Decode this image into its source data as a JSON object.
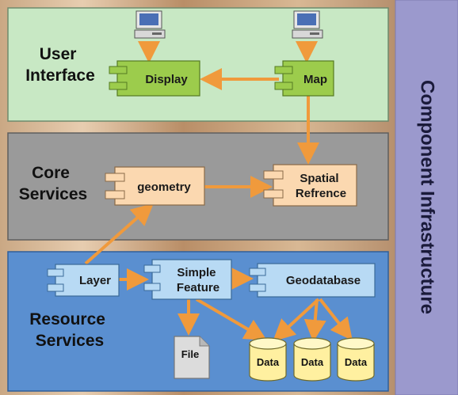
{
  "diagram": {
    "side_label": "Component Infrastructure",
    "layers": {
      "user_interface": {
        "line1": "User",
        "line2": "Interface"
      },
      "core_services": {
        "line1": "Core",
        "line2": "Services"
      },
      "resource_services": {
        "line1": "Resource",
        "line2": "Services"
      }
    },
    "components": {
      "display": "Display",
      "map": "Map",
      "geometry": "geometry",
      "spatial_reference": {
        "line1": "Spatial",
        "line2": "Refrence"
      },
      "layer": "Layer",
      "simple_feature": {
        "line1": "Simple",
        "line2": "Feature"
      },
      "geodatabase": "Geodatabase"
    },
    "storage": {
      "file": "File",
      "data_1": "Data",
      "data_2": "Data",
      "data_3": "Data"
    },
    "colors": {
      "ui_layer": "#c8e8c4",
      "core_layer": "#9a9a9a",
      "resource_layer": "#5a8fd0",
      "side_panel": "#9b99cd",
      "ui_component": "#9ccc4c",
      "core_component": "#fbd8b0",
      "resource_component": "#b8daf4",
      "arrow": "#f09a3c",
      "data_cylinder": "#fff0a0"
    },
    "icons": [
      "computer-icon",
      "computer-icon"
    ]
  }
}
